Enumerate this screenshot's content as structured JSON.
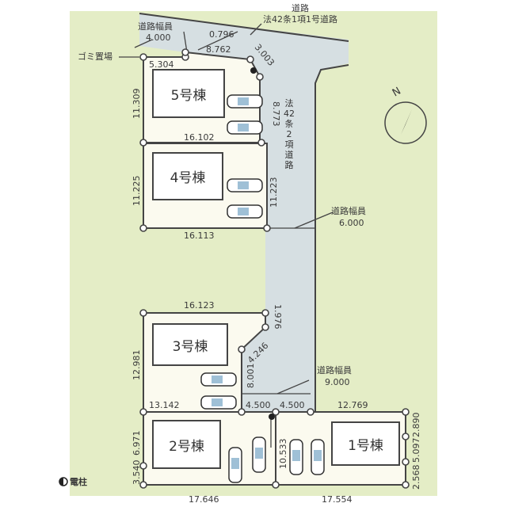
{
  "top_road": {
    "label": "道路",
    "type": "法42条1項1号道路"
  },
  "road_width_top": {
    "label": "道路幅員",
    "value": "4.000"
  },
  "garbage": "ゴミ置場",
  "side_road": {
    "chars": [
      "法",
      "42",
      "条",
      "2",
      "項",
      "道",
      "路"
    ]
  },
  "road_width_mid": {
    "label": "道路幅員",
    "value": "6.000"
  },
  "road_width_low": {
    "label": "道路幅員",
    "value": "9.000"
  },
  "houses": [
    "5号棟",
    "4号棟",
    "3号棟",
    "2号棟",
    "1号棟"
  ],
  "dims": {
    "d0796": "0.796",
    "d8762": "8.762",
    "d5304": "5.304",
    "d3003": "3.003",
    "d11309": "11.309",
    "d8773": "8.773",
    "d16102": "16.102",
    "d11225": "11.225",
    "d11223": "11.223",
    "d16113": "16.113",
    "d16123": "16.123",
    "d1976": "1.976",
    "d4246": "4.246",
    "d12981": "12.981",
    "d8001": "8.001",
    "d13142": "13.142",
    "d4500a": "4.500",
    "d4500b": "4.500",
    "d12769": "12.769",
    "d6971": "6.971",
    "d3540": "3.540",
    "d10533": "10.533",
    "d2890": "2.890",
    "d5097": "5.097",
    "d2568": "2.568",
    "d17646": "17.646",
    "d17554": "17.554"
  },
  "compass": "N",
  "legend": "電柱",
  "colors": {
    "ground": "#e4edc6",
    "road": "#d6dfe2",
    "lot": "#fbfaef",
    "line": "#444444"
  }
}
